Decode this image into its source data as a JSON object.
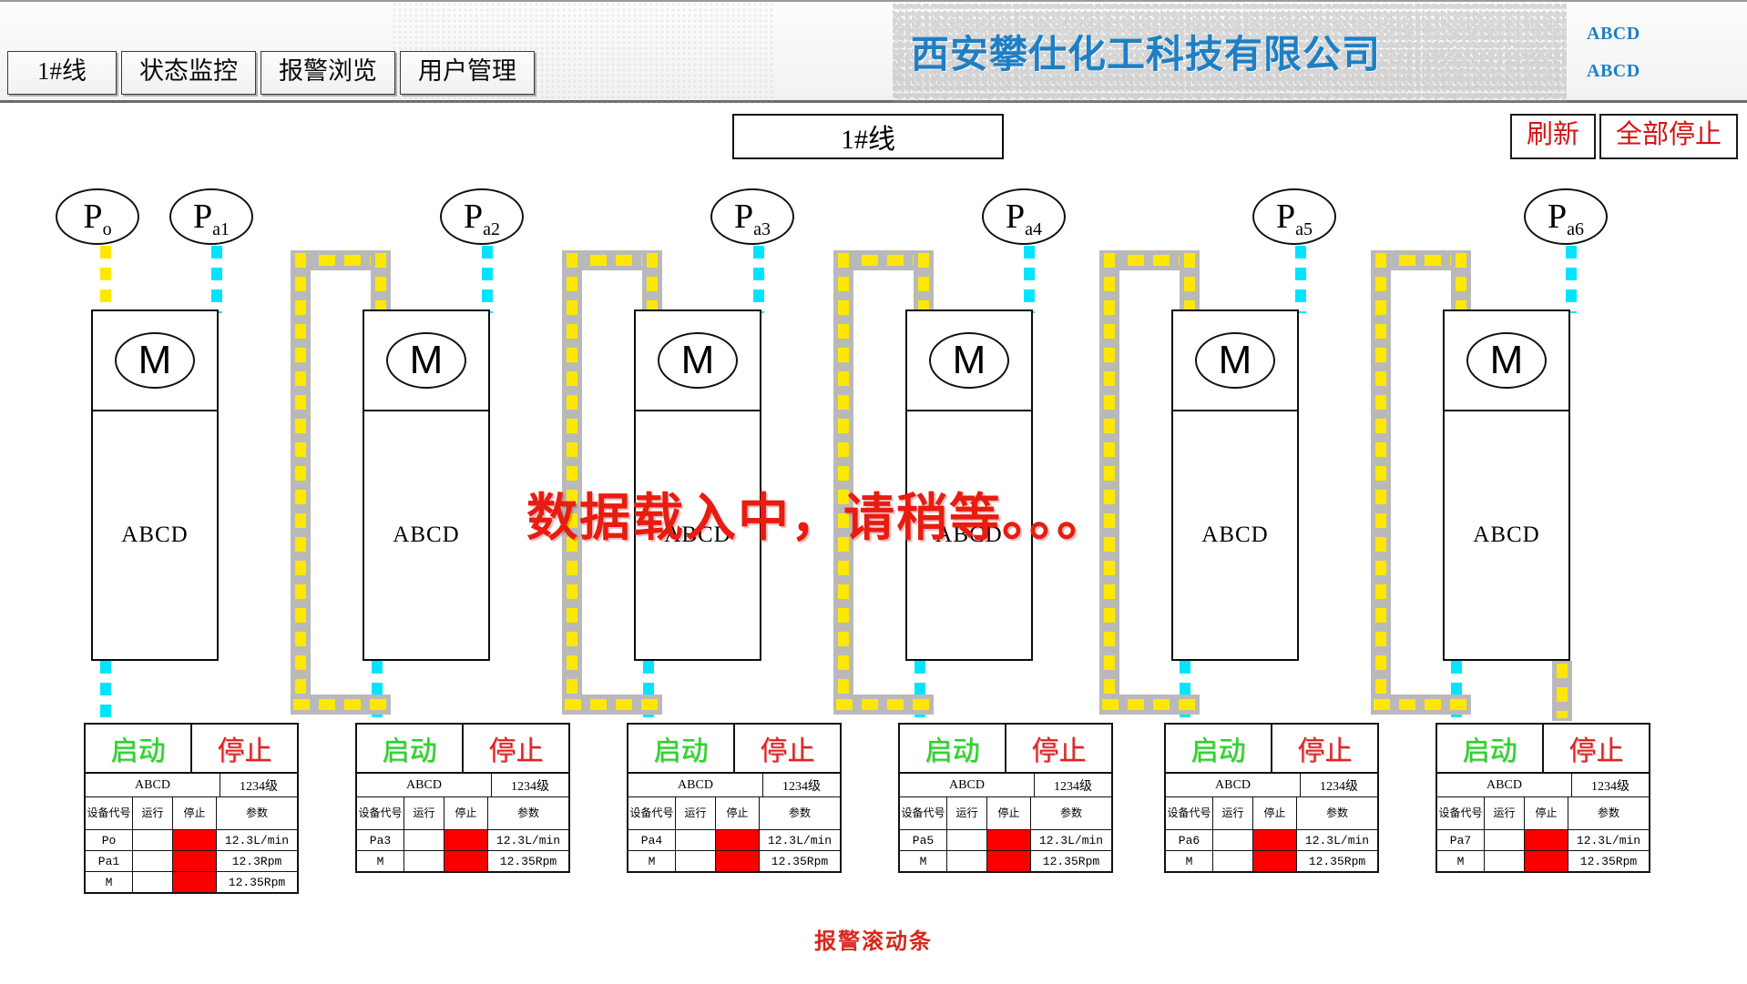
{
  "header": {
    "company_title": "西安攀仕化工科技有限公司",
    "corner_codes": [
      "ABCD",
      "ABCD"
    ],
    "nav": [
      {
        "label": "1#线"
      },
      {
        "label": "状态监控"
      },
      {
        "label": "报警浏览"
      },
      {
        "label": "用户管理"
      }
    ]
  },
  "toolbar": {
    "line_title": "1#线",
    "refresh_label": "刷新",
    "stop_all_label": "全部停止"
  },
  "overlay": {
    "loading_message": "数据载入中，请稍等。。。"
  },
  "footer": {
    "alarm_bar_label": "报警滚动条"
  },
  "sensors": [
    {
      "base": "P",
      "sub": "o"
    },
    {
      "base": "P",
      "sub": "a1"
    },
    {
      "base": "P",
      "sub": "a2"
    },
    {
      "base": "P",
      "sub": "a3"
    },
    {
      "base": "P",
      "sub": "a4"
    },
    {
      "base": "P",
      "sub": "a5"
    },
    {
      "base": "P",
      "sub": "a6"
    }
  ],
  "units": [
    {
      "motor_label": "M",
      "body_label": "ABCD"
    },
    {
      "motor_label": "M",
      "body_label": "ABCD"
    },
    {
      "motor_label": "M",
      "body_label": "ABCD"
    },
    {
      "motor_label": "M",
      "body_label": "ABCD"
    },
    {
      "motor_label": "M",
      "body_label": "ABCD"
    },
    {
      "motor_label": "M",
      "body_label": "ABCD"
    }
  ],
  "table_common": {
    "start_label": "启动",
    "stop_label": "停止",
    "name_label": "ABCD",
    "level_label": "1234级",
    "headers": [
      "设备代号",
      "运行",
      "停止",
      "参数"
    ]
  },
  "control_panels": [
    {
      "rows": [
        {
          "code": "Po",
          "running": "",
          "stopped": true,
          "param": "12.3L/min"
        },
        {
          "code": "Pa1",
          "running": "",
          "stopped": true,
          "param": "12.3Rpm"
        },
        {
          "code": "M",
          "running": "",
          "stopped": true,
          "param": "12.35Rpm"
        }
      ]
    },
    {
      "rows": [
        {
          "code": "Pa3",
          "running": "",
          "stopped": true,
          "param": "12.3L/min"
        },
        {
          "code": "M",
          "running": "",
          "stopped": true,
          "param": "12.35Rpm"
        }
      ]
    },
    {
      "rows": [
        {
          "code": "Pa4",
          "running": "",
          "stopped": true,
          "param": "12.3L/min"
        },
        {
          "code": "M",
          "running": "",
          "stopped": true,
          "param": "12.35Rpm"
        }
      ]
    },
    {
      "rows": [
        {
          "code": "Pa5",
          "running": "",
          "stopped": true,
          "param": "12.3L/min"
        },
        {
          "code": "M",
          "running": "",
          "stopped": true,
          "param": "12.35Rpm"
        }
      ]
    },
    {
      "rows": [
        {
          "code": "Pa6",
          "running": "",
          "stopped": true,
          "param": "12.3L/min"
        },
        {
          "code": "M",
          "running": "",
          "stopped": true,
          "param": "12.35Rpm"
        }
      ]
    },
    {
      "rows": [
        {
          "code": "Pa7",
          "running": "",
          "stopped": true,
          "param": "12.3L/min"
        },
        {
          "code": "M",
          "running": "",
          "stopped": true,
          "param": "12.35Rpm"
        }
      ]
    }
  ],
  "colors": {
    "brand_blue": "#1f7fc4",
    "alarm_red": "#d8281b",
    "start_green": "#27d427",
    "stop_red": "#e02222",
    "pipe_yellow": "#ffe800",
    "pipe_cyan": "#00e5ff",
    "cell_red": "#fb0000"
  }
}
